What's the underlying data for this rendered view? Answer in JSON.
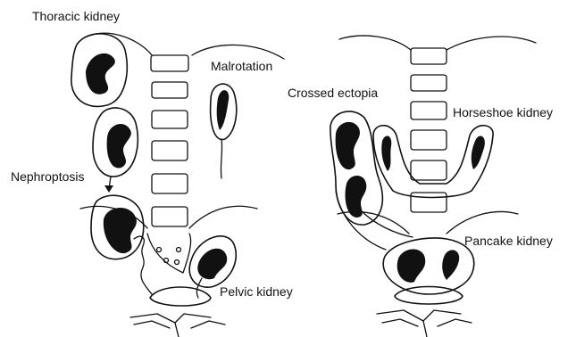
{
  "labels": {
    "thoracic": "Thoracic kidney",
    "malrotation": "Malrotation",
    "nephroptosis": "Nephroptosis",
    "pelvic": "Pelvic kidney",
    "crossed": "Crossed ectopia",
    "horseshoe": "Horseshoe kidney",
    "pancake": "Pancake kidney"
  },
  "colors": {
    "ink": "#111111",
    "paper": "#ffffff"
  }
}
